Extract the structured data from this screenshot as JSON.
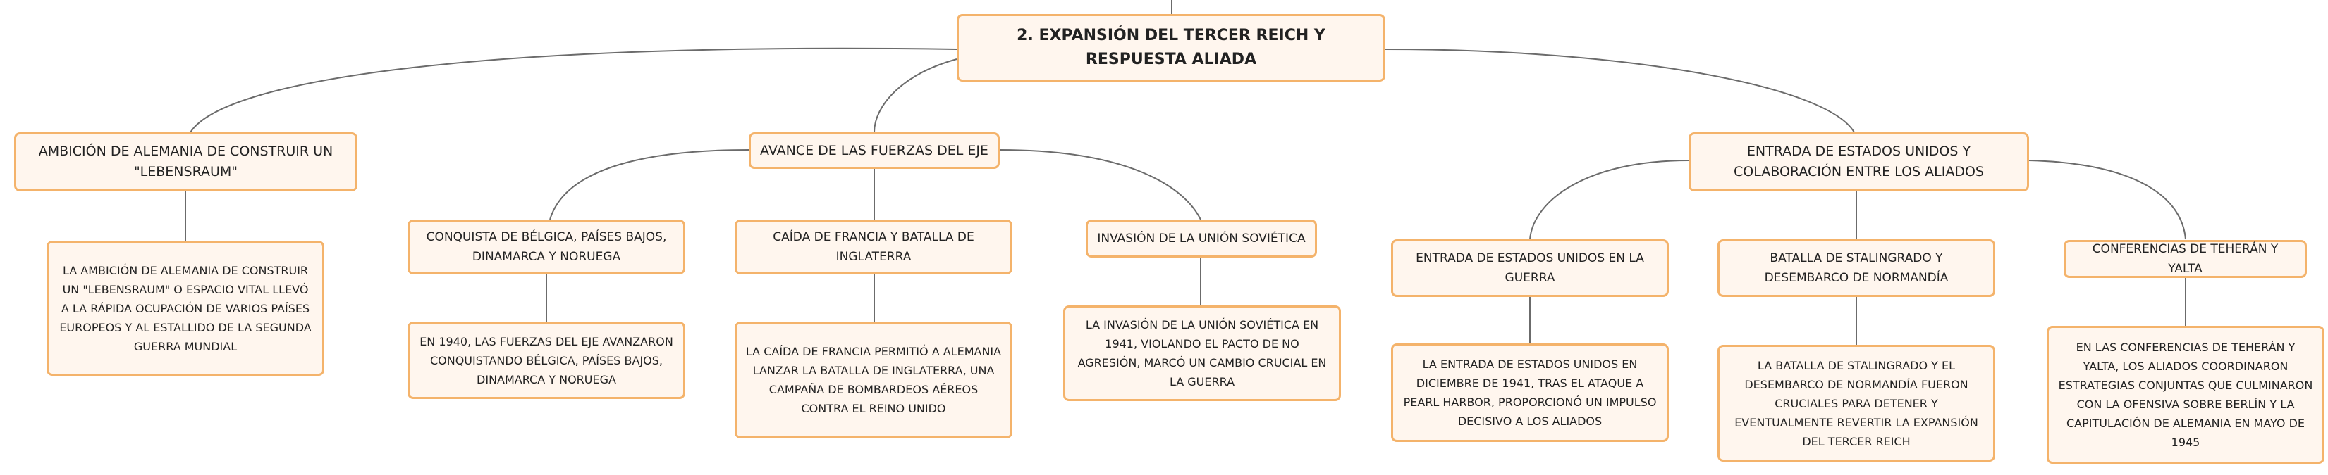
{
  "diagram": {
    "root": "2. EXPANSIÓN DEL TERCER REICH Y RESPUESTA ALIADA",
    "branches": [
      {
        "label": "AMBICIÓN DE ALEMANIA DE CONSTRUIR UN \"LEBENSRAUM\"",
        "detail": "LA AMBICIÓN DE ALEMANIA DE CONSTRUIR UN \"LEBENSRAUM\" O ESPACIO VITAL LLEVÓ A LA RÁPIDA OCUPACIÓN DE VARIOS PAÍSES EUROPEOS Y AL ESTALLIDO DE LA SEGUNDA GUERRA MUNDIAL"
      },
      {
        "label": "AVANCE DE LAS FUERZAS DEL EJE",
        "children": [
          {
            "label": "CONQUISTA DE BÉLGICA, PAÍSES BAJOS, DINAMARCA Y NORUEGA",
            "detail": "EN 1940, LAS FUERZAS DEL EJE AVANZARON CONQUISTANDO BÉLGICA, PAÍSES BAJOS, DINAMARCA Y NORUEGA"
          },
          {
            "label": "CAÍDA DE FRANCIA Y BATALLA DE INGLATERRA",
            "detail": "LA CAÍDA DE FRANCIA PERMITIÓ A ALEMANIA LANZAR LA BATALLA DE INGLATERRA, UNA CAMPAÑA DE BOMBARDEOS AÉREOS CONTRA EL REINO UNIDO"
          },
          {
            "label": "INVASIÓN DE LA UNIÓN SOVIÉTICA",
            "detail": "LA INVASIÓN DE LA UNIÓN SOVIÉTICA EN 1941, VIOLANDO EL PACTO DE NO AGRESIÓN, MARCÓ UN CAMBIO CRUCIAL EN LA GUERRA"
          }
        ]
      },
      {
        "label": "ENTRADA DE ESTADOS UNIDOS Y COLABORACIÓN ENTRE LOS ALIADOS",
        "children": [
          {
            "label": "ENTRADA DE ESTADOS UNIDOS EN LA GUERRA",
            "detail": "LA ENTRADA DE ESTADOS UNIDOS EN DICIEMBRE DE 1941, TRAS EL ATAQUE A PEARL HARBOR, PROPORCIONÓ UN IMPULSO DECISIVO A LOS ALIADOS"
          },
          {
            "label": "BATALLA DE STALINGRADO Y DESEMBARCO DE NORMANDÍA",
            "detail": "LA BATALLA DE STALINGRADO Y EL DESEMBARCO DE NORMANDÍA FUERON CRUCIALES PARA DETENER Y EVENTUALMENTE REVERTIR LA EXPANSIÓN DEL TERCER REICH"
          },
          {
            "label": "CONFERENCIAS DE TEHERÁN Y YALTA",
            "detail": "EN LAS CONFERENCIAS DE TEHERÁN Y YALTA, LOS ALIADOS COORDINARON ESTRATEGIAS CONJUNTAS QUE CULMINARON CON LA OFENSIVA SOBRE BERLÍN Y LA CAPITULACIÓN DE ALEMANIA EN MAYO DE 1945"
          }
        ]
      }
    ]
  },
  "colors": {
    "node_fill": "#fff6ee",
    "node_border": "#f4b36b",
    "connector": "#6b6b6b"
  }
}
